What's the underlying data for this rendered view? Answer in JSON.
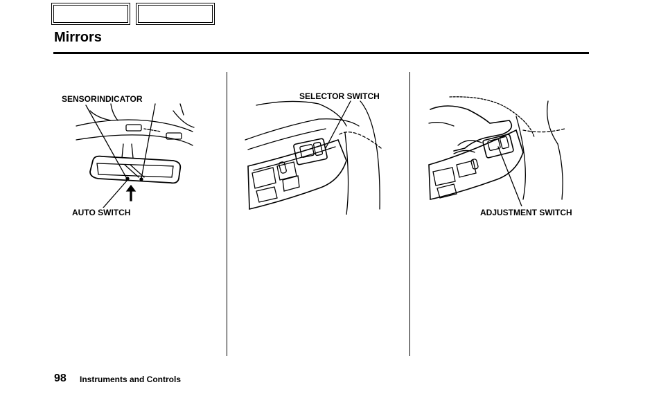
{
  "header": {
    "nav_buttons": [
      "",
      ""
    ],
    "title": "Mirrors"
  },
  "figures": {
    "rearview": {
      "label_sensor": "SENSOR",
      "label_indicator": "INDICATOR",
      "label_auto": "AUTO SWITCH"
    },
    "selector": {
      "label_selector": "SELECTOR SWITCH"
    },
    "adjustment": {
      "label_adjustment": "ADJUSTMENT SWITCH"
    }
  },
  "footer": {
    "page_number": "98",
    "section": "Instruments and Controls"
  }
}
